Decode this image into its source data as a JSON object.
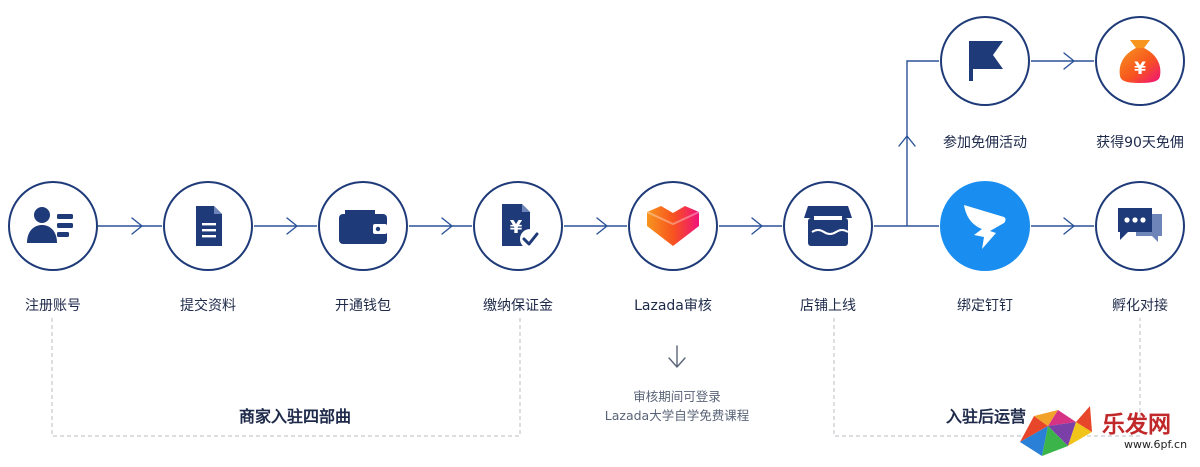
{
  "steps": [
    {
      "id": "register",
      "label": "注册账号",
      "icon": "user-card-icon"
    },
    {
      "id": "submit",
      "label": "提交资料",
      "icon": "document-icon"
    },
    {
      "id": "wallet",
      "label": "开通钱包",
      "icon": "wallet-icon"
    },
    {
      "id": "deposit",
      "label": "缴纳保证金",
      "icon": "yuan-check-document-icon"
    },
    {
      "id": "review",
      "label": "Lazada审核",
      "icon": "lazada-heart-icon"
    },
    {
      "id": "shop",
      "label": "店铺上线",
      "icon": "storefront-icon"
    },
    {
      "id": "dingtalk",
      "label": "绑定钉钉",
      "icon": "dingtalk-icon"
    },
    {
      "id": "incubate",
      "label": "孵化对接",
      "icon": "chat-bubble-icon"
    },
    {
      "id": "campaign",
      "label": "参加免佣活动",
      "icon": "flag-icon"
    },
    {
      "id": "free90",
      "label": "获得90天免佣",
      "icon": "money-bag-yuan-icon"
    }
  ],
  "sections": {
    "onboarding_title": "商家入驻四部曲",
    "operation_title": "入驻后运营"
  },
  "review_note": {
    "line1": "审核期间可登录",
    "line2": "Lazada大学自学免费课程"
  },
  "watermark": {
    "brand": "乐发网",
    "url": "www.6pf.cn"
  },
  "colors": {
    "navy": "#1e3a78",
    "connector": "#2a5298",
    "dingtalk_blue": "#1a8ef0",
    "dashed": "#b8bcc6",
    "lazada_orange": "#f7541e",
    "lazada_pink": "#f0117a",
    "watermark_red": "#c0282a"
  }
}
